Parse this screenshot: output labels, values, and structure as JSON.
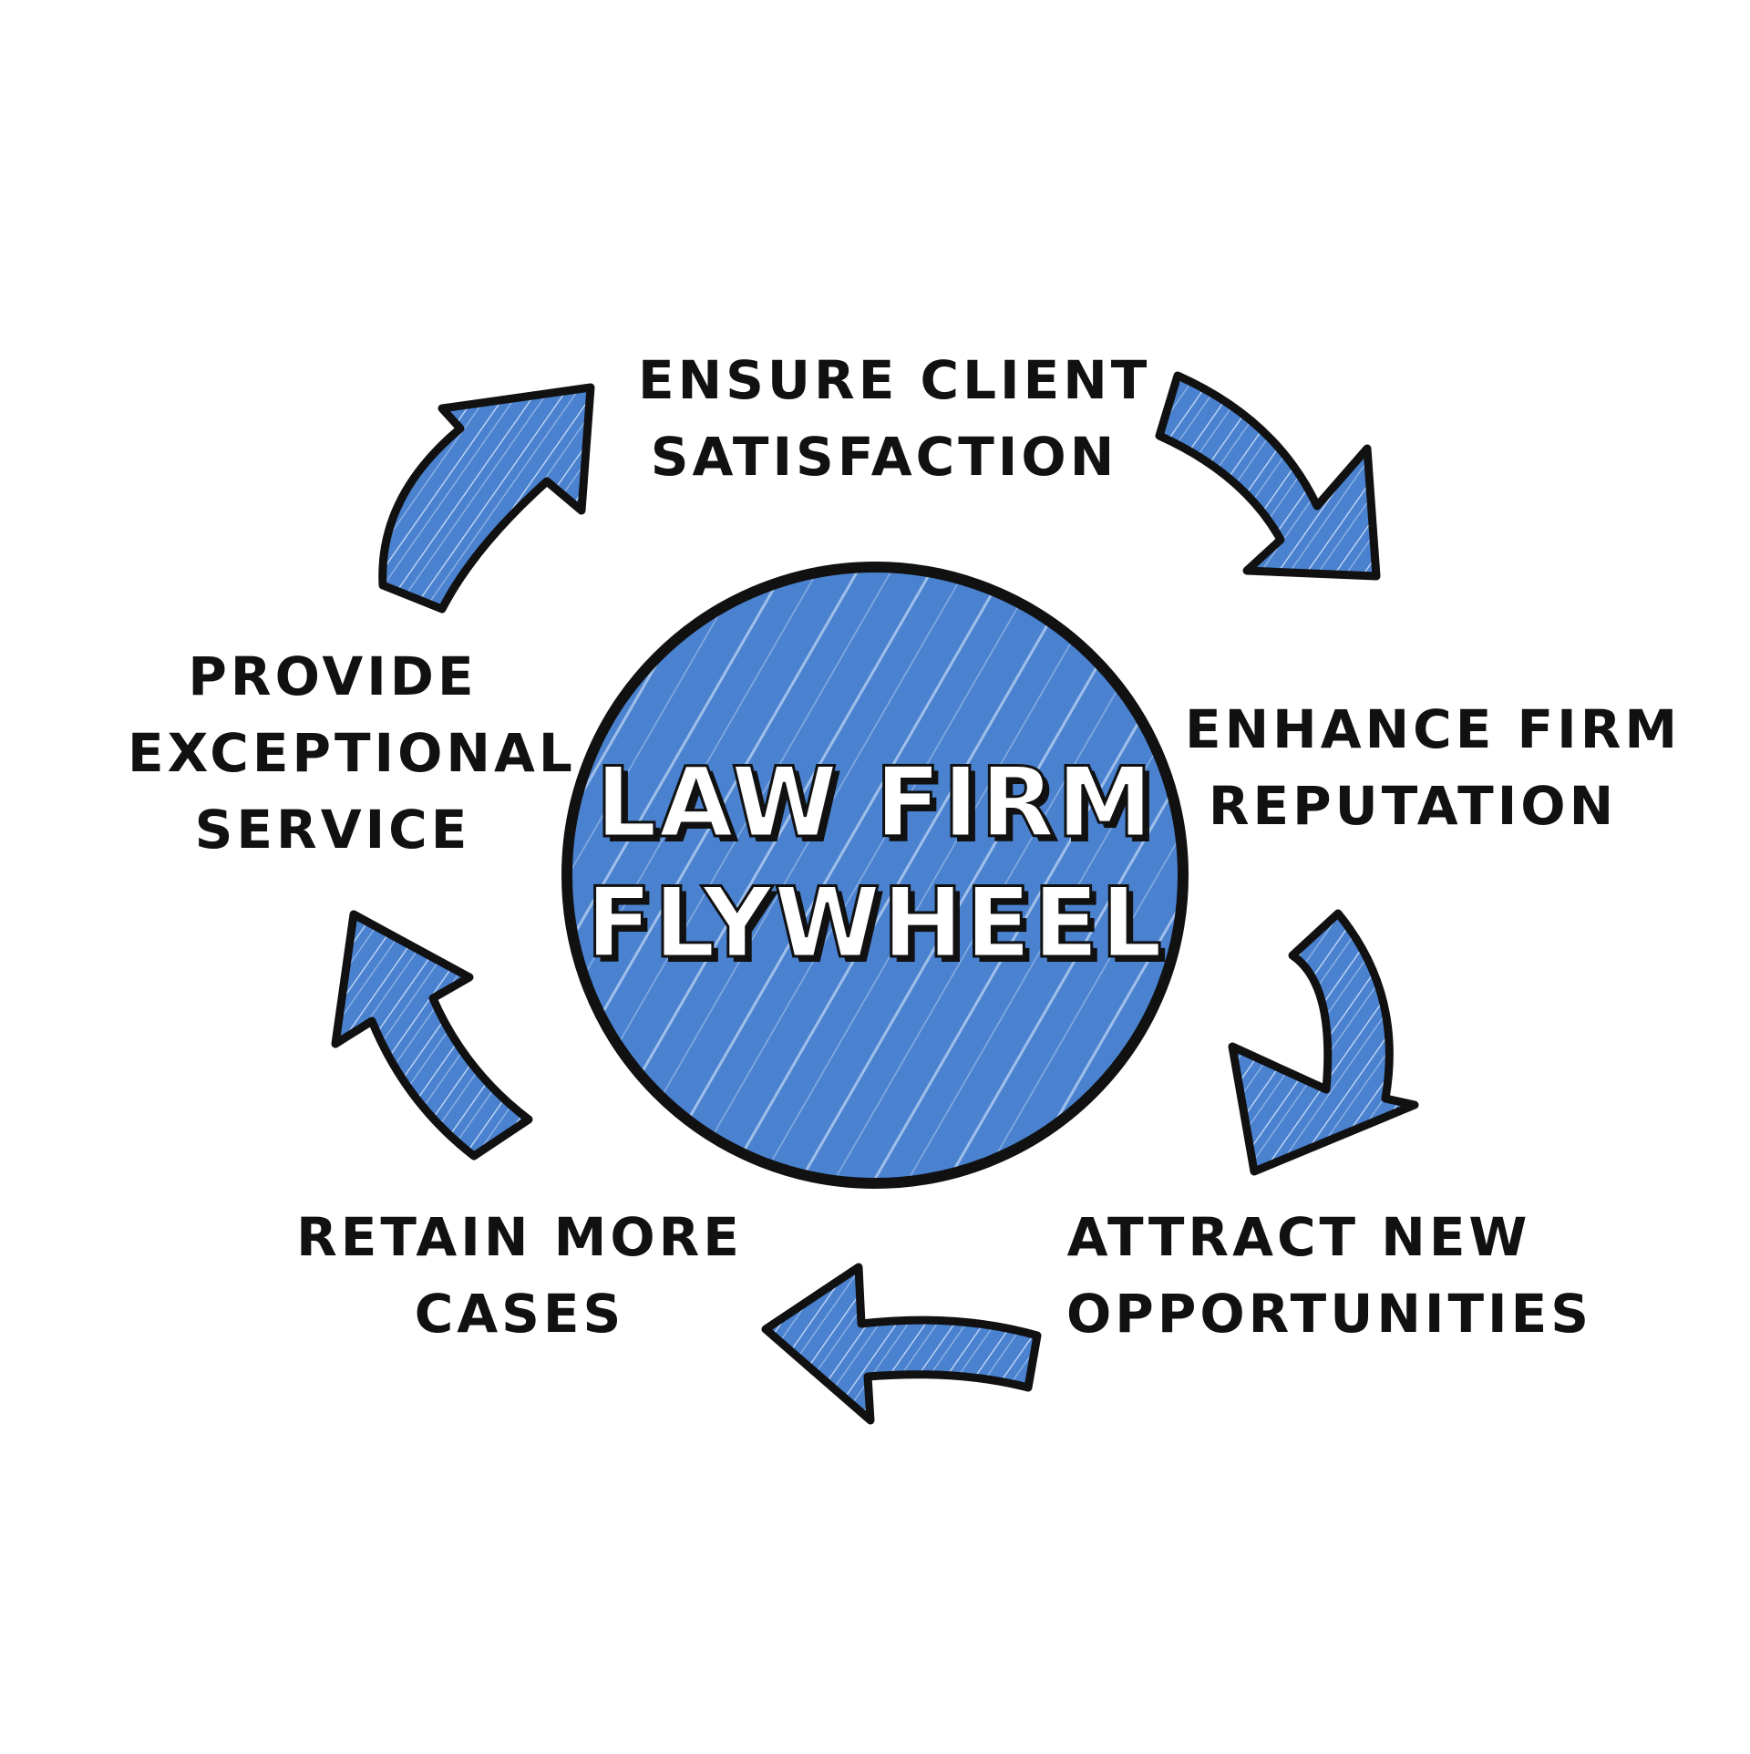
{
  "diagram": {
    "center": {
      "title_line1": "LAW FIRM",
      "title_line2": "FLYWHEEL"
    },
    "stages": [
      {
        "line1": "Ensure client",
        "line2": "satisfaction"
      },
      {
        "line1": "Enhance firm",
        "line2": "reputation"
      },
      {
        "line1": "Attract new",
        "line2": "opportunities"
      },
      {
        "line1": "Retain more",
        "line2": "cases"
      },
      {
        "line1": "Provide",
        "line2": "exceptional",
        "line3": "service"
      }
    ]
  },
  "colors": {
    "fill_blue": "#4a82d0",
    "outline": "#111111",
    "highlight": "#e6f0ff",
    "background": "#ffffff"
  }
}
